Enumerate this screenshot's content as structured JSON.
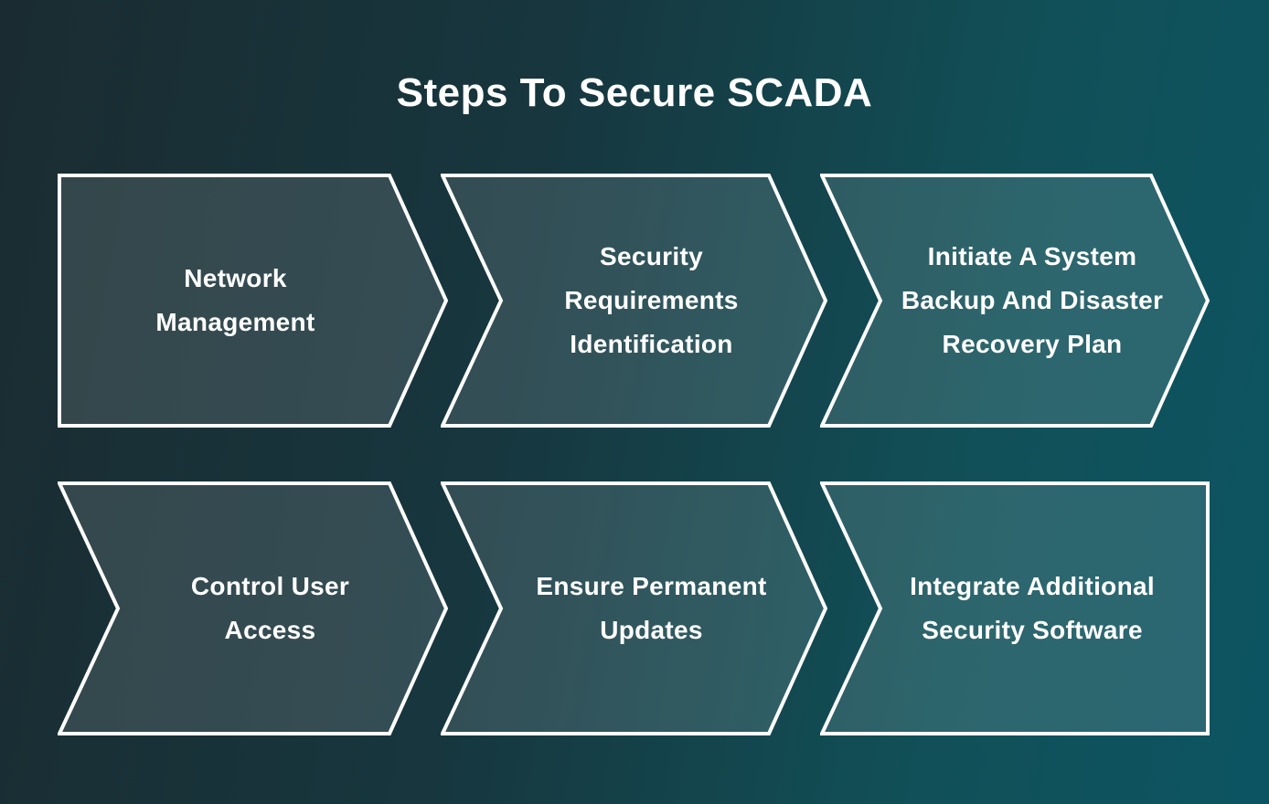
{
  "title": "Steps To Secure SCADA",
  "colors": {
    "background_left": "#1a2c31",
    "background_right": "#0c5462",
    "shape_fill": "rgba(255,255,255,0.12)",
    "shape_stroke": "#ffffff",
    "text": "#ffffff"
  },
  "steps": [
    {
      "id": 1,
      "shape": "start-arrow",
      "lines": [
        "Network",
        "Management"
      ]
    },
    {
      "id": 2,
      "shape": "chevron-arrow",
      "lines": [
        "Security",
        "Requirements",
        "Identification"
      ]
    },
    {
      "id": 3,
      "shape": "chevron-arrow",
      "lines": [
        "Initiate A System",
        "Backup And Disaster",
        "Recovery Plan"
      ]
    },
    {
      "id": 4,
      "shape": "chevron-arrow",
      "lines": [
        "Control User",
        "Access"
      ]
    },
    {
      "id": 5,
      "shape": "chevron-arrow",
      "lines": [
        "Ensure Permanent",
        "Updates"
      ]
    },
    {
      "id": 6,
      "shape": "end-flat",
      "lines": [
        "Integrate Additional",
        "Security Software"
      ]
    }
  ]
}
